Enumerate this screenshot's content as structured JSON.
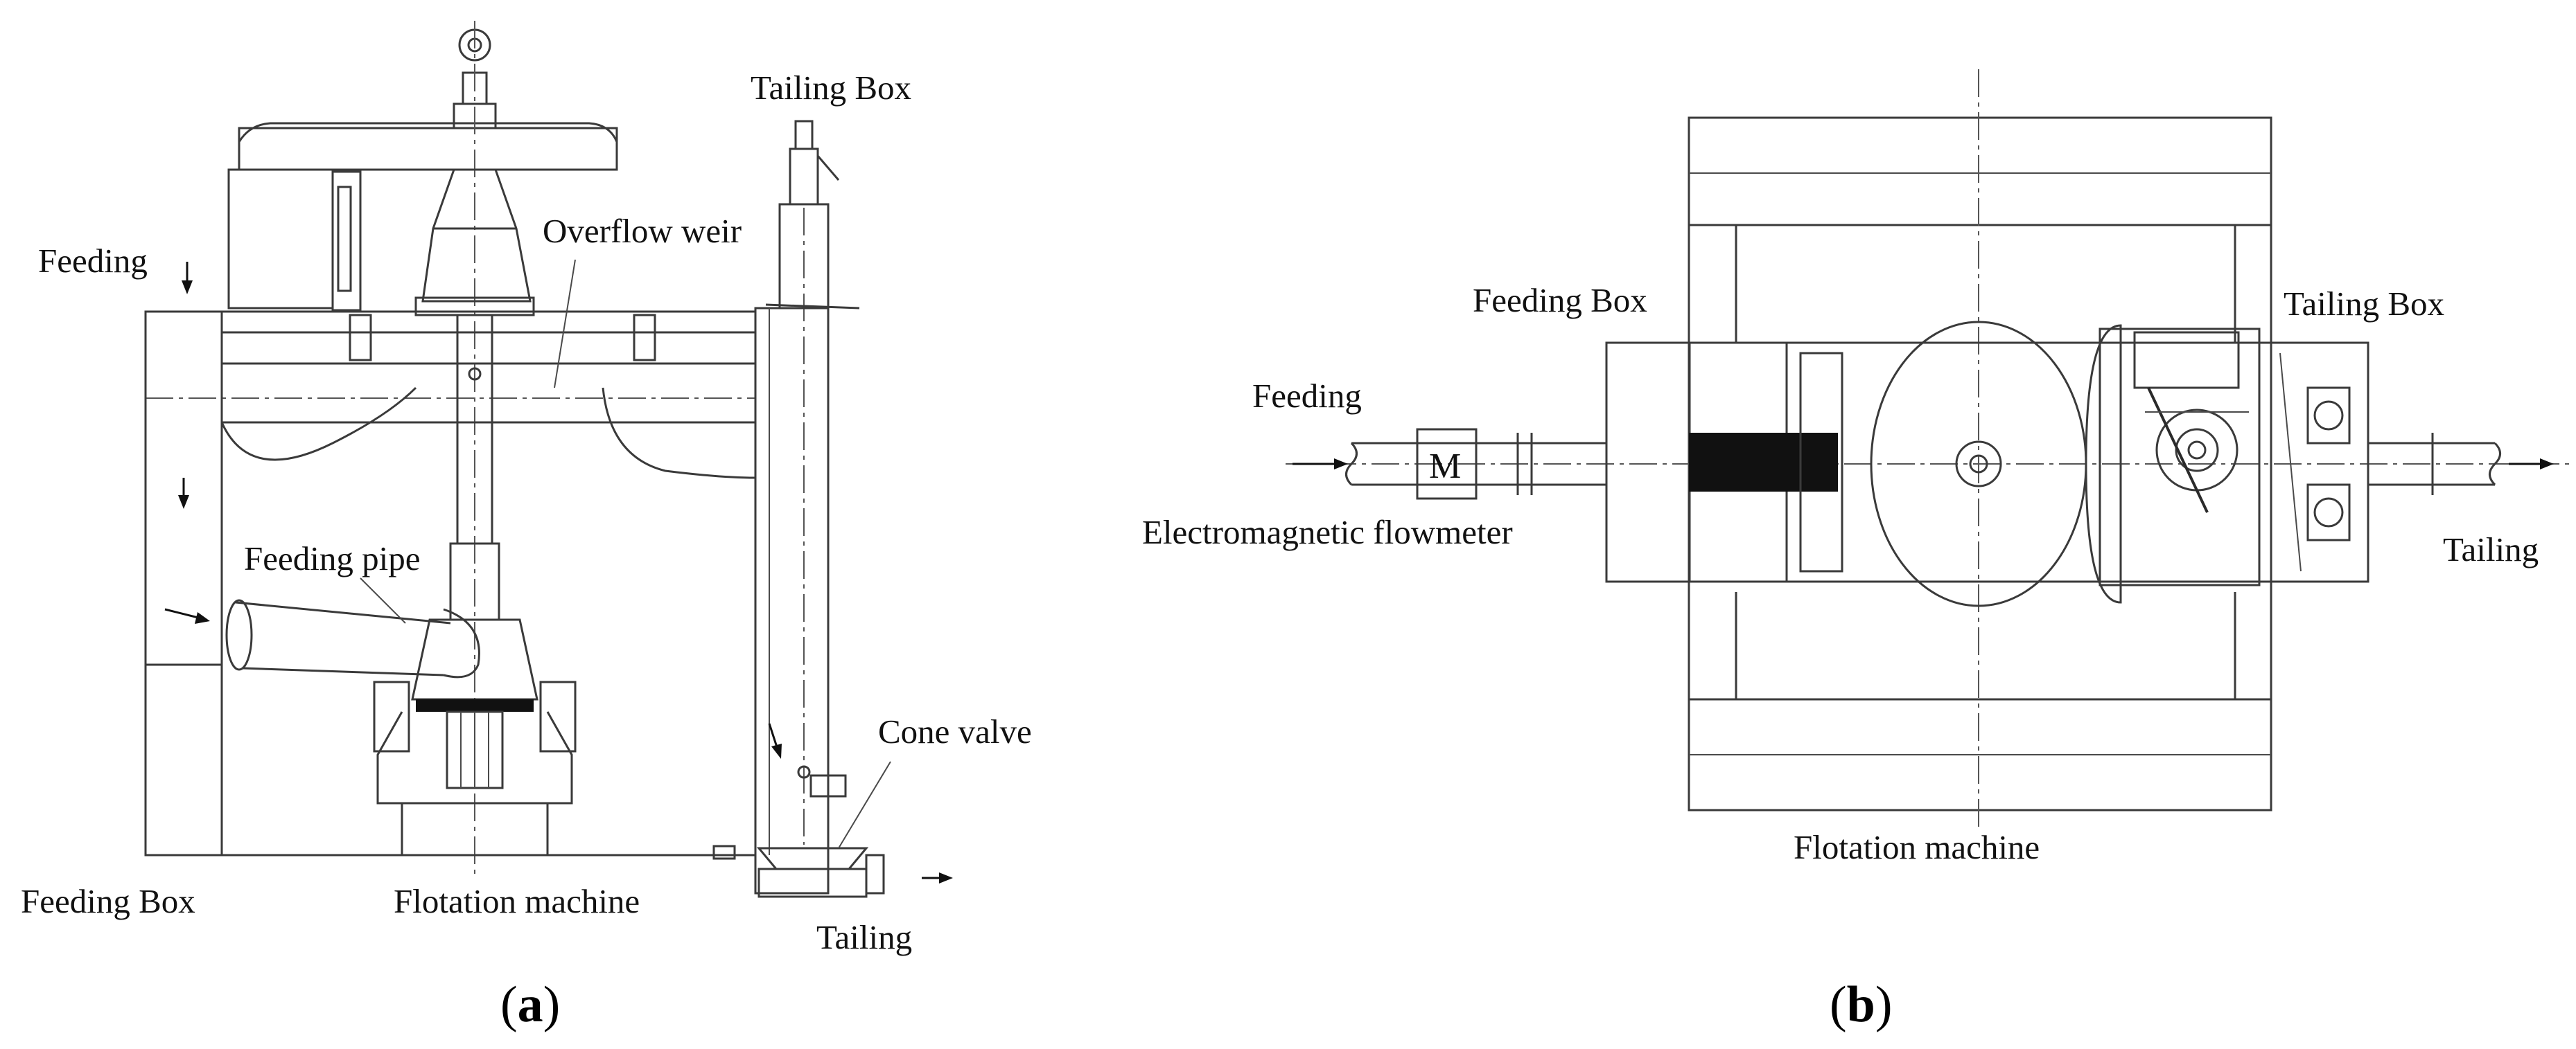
{
  "panel_a": {
    "caption_open": "(",
    "caption_letter": "a",
    "caption_close": ")",
    "labels": {
      "tailing_box": "Tailing Box",
      "feeding": "Feeding",
      "overflow_weir": "Overflow weir",
      "feeding_pipe": "Feeding pipe",
      "cone_valve": "Cone valve",
      "feeding_box": "Feeding Box",
      "flotation_machine": "Flotation machine",
      "tailing": "Tailing"
    }
  },
  "panel_b": {
    "caption_open": "(",
    "caption_letter": "b",
    "caption_close": ")",
    "flowmeter_symbol": "M",
    "labels": {
      "feeding_box": "Feeding Box",
      "tailing_box": "Tailing Box",
      "feeding": "Feeding",
      "electromagnetic_flowmeter": "Electromagnetic flowmeter",
      "tailing": "Tailing",
      "flotation_machine": "Flotation machine"
    }
  }
}
